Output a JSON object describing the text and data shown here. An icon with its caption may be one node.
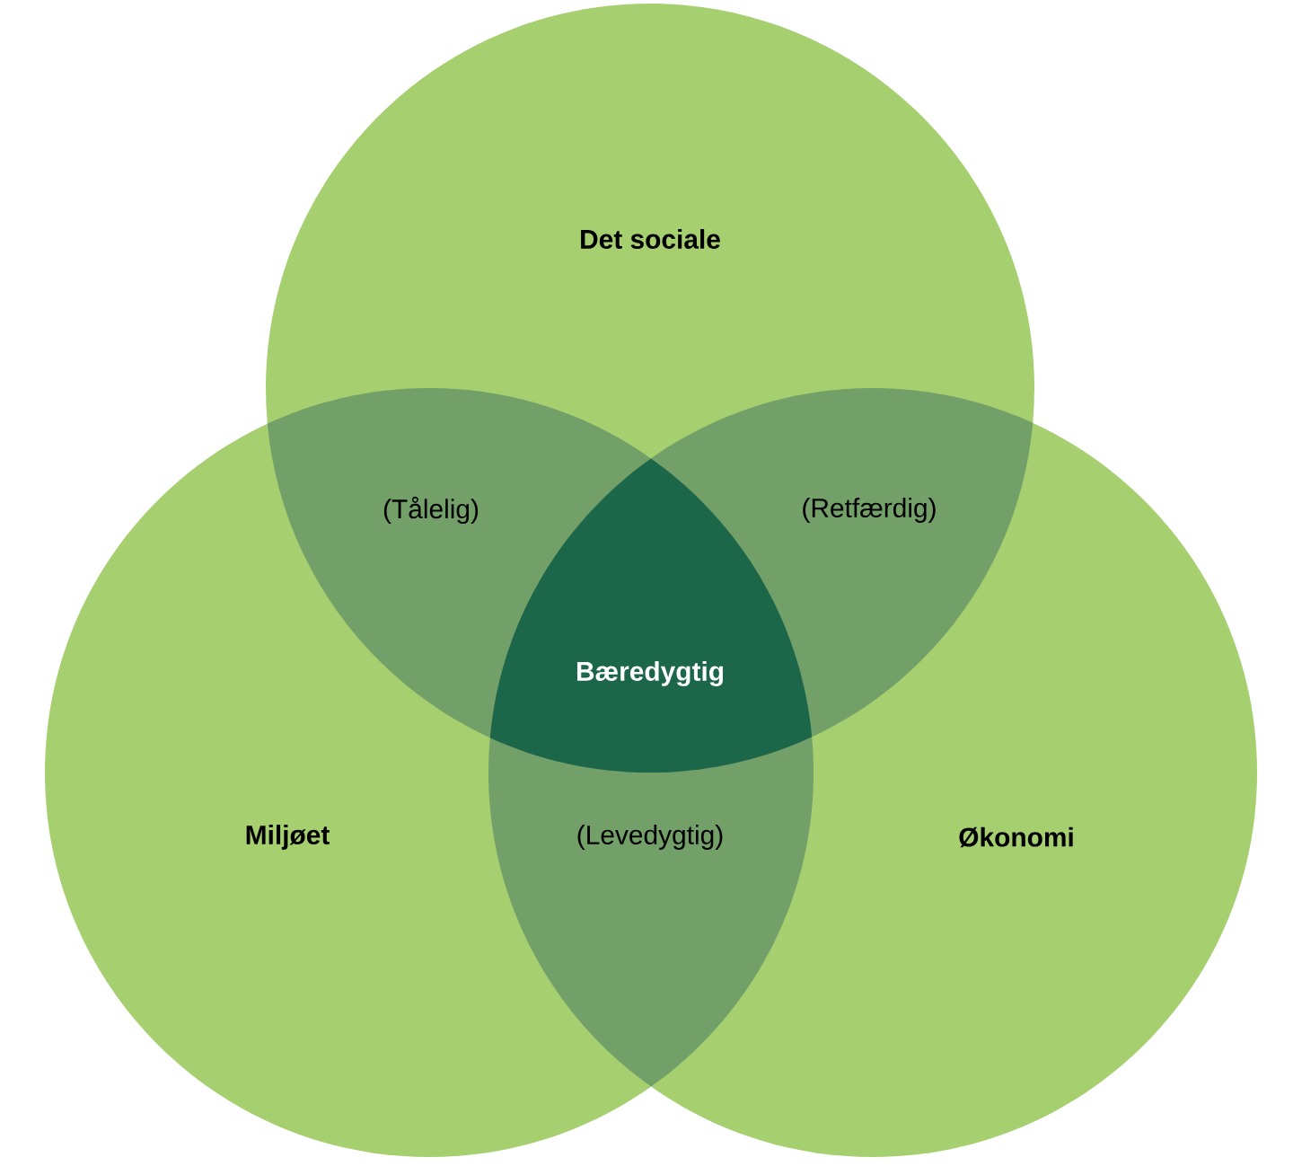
{
  "diagram": {
    "nodes": [
      {
        "text": [
          "Det sociale"
        ]
      },
      {
        "text": [
          "Miljøet"
        ]
      },
      {
        "text": [
          "Økonomi"
        ]
      }
    ],
    "labels": [
      "(Tålelig)",
      "(Retfærdig)",
      "Bæredygtig",
      "(Levedygtig)"
    ]
  }
}
